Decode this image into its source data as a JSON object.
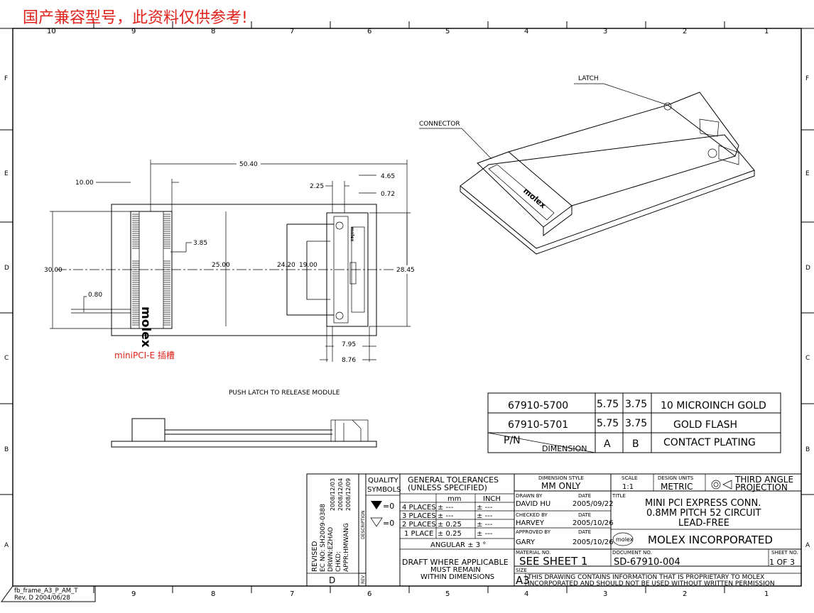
{
  "watermark": "国产兼容型号，此资料仅供参考!",
  "zones_top": [
    "10",
    "9",
    "8",
    "7",
    "6",
    "5",
    "4",
    "3",
    "2",
    "1"
  ],
  "zones_bottom": [
    "9",
    "8",
    "7",
    "6",
    "5",
    "4",
    "3",
    "2",
    "1"
  ],
  "rows": [
    "F",
    "E",
    "D",
    "C",
    "B",
    "A"
  ],
  "frame_label": "fb_frame_A3_P_AM_T",
  "frame_rev": "Rev. D 2004/06/28",
  "latch_label": "LATCH",
  "connector_label": "CONNECTOR",
  "brand_logo": "molex",
  "minipci_caption": "miniPCI-E 插槽",
  "push_latch_note": "PUSH LATCH TO RELEASE MODULE",
  "dims": {
    "d_50_40": "50.40",
    "d_10_00": "10.00",
    "d_2_25": "2.25",
    "d_4_65": "4.65",
    "d_0_72": "0.72",
    "d_3_85": "3.85",
    "d_30_00": "30.00",
    "d_25_00": "25.00",
    "d_24_20": "24.20",
    "d_19_00": "19.00",
    "d_28_45": "28.45",
    "d_0_80": "0.80",
    "d_7_95": "7.95",
    "d_8_76": "8.76"
  },
  "parts_table": {
    "rows": [
      {
        "pn": "67910-5700",
        "a": "5.75",
        "b": "3.75",
        "plating": "10 MICROINCH GOLD"
      },
      {
        "pn": "67910-5701",
        "a": "5.75",
        "b": "3.75",
        "plating": "GOLD FLASH"
      }
    ],
    "pn_header": "P/N",
    "dimension_header": "DIMENSION",
    "a_header": "A",
    "b_header": "B",
    "plating_header": "CONTACT PLATING"
  },
  "revision": {
    "revised": "REVISED",
    "ec_no": "EC NO: SH2009-0388",
    "drwn": "DRWN:EZHAO",
    "chkd": "CHKD:",
    "appr": "APPR:HMWANG",
    "date1": "2008/12/03",
    "date2": "2008/12/04",
    "date3": "2008/12/09",
    "rev_letter": "D",
    "rev_label": "REV",
    "description_label": "DESCRIPTION"
  },
  "title_block": {
    "quality": "QUALITY",
    "symbols": "SYMBOLS",
    "sym_eq": "=0",
    "gen_tol": "GENERAL TOLERANCES",
    "unless": "(UNLESS SPECIFIED)",
    "mm": "mm",
    "inch": "INCH",
    "tol_rows": [
      {
        "label": "4 PLACES",
        "mm": "± ---",
        "inch": "± ---"
      },
      {
        "label": "3 PLACES",
        "mm": "± ---",
        "inch": "± ---"
      },
      {
        "label": "2 PLACES",
        "mm": "± 0.25",
        "inch": "± ---"
      },
      {
        "label": "1 PLACE",
        "mm": "± 0.25",
        "inch": "± ---"
      }
    ],
    "angular": "ANGULAR ± 3 °",
    "draft": "DRAFT WHERE APPLICABLE",
    "must_remain": "MUST REMAIN",
    "within": "WITHIN DIMENSIONS",
    "dim_style_label": "DIMENSION STYLE",
    "dim_style": "MM ONLY",
    "scale_label": "SCALE",
    "scale": "1:1",
    "design_units_label": "DESIGN UNITS",
    "design_units": "METRIC",
    "projection_1": "THIRD ANGLE",
    "projection_2": "PROJECTION",
    "drawn_by_label": "DRAWN BY",
    "drawn_by": "DAVID HU",
    "drawn_date": "2005/09/22",
    "checked_by_label": "CHECKED BY",
    "checked_by": "HARVEY",
    "checked_date": "2005/10/26",
    "approved_by_label": "APPROVED BY",
    "approved_by": "GARY",
    "approved_date": "2005/10/26",
    "date_label": "DATE",
    "title_label": "TITLE",
    "title_1": "MINI PCI EXPRESS CONN.",
    "title_2": "0.8MM PITCH 52 CIRCUIT",
    "title_3": "LEAD-FREE",
    "company": "MOLEX INCORPORATED",
    "material_label": "MATERIAL NO.",
    "material": "SEE SHEET 1",
    "document_label": "DOCUMENT NO.",
    "document": "SD-67910-004",
    "sheet_label": "SHEET NO.",
    "sheet": "1 OF 3",
    "size_label": "SIZE",
    "size": "A3",
    "notice_1": "THIS DRAWING CONTAINS INFORMATION THAT IS PROPRIETARY TO MOLEX",
    "notice_2": "INCORPORATED AND SHOULD NOT BE USED WITHOUT WRITTEN PERMISSION"
  }
}
